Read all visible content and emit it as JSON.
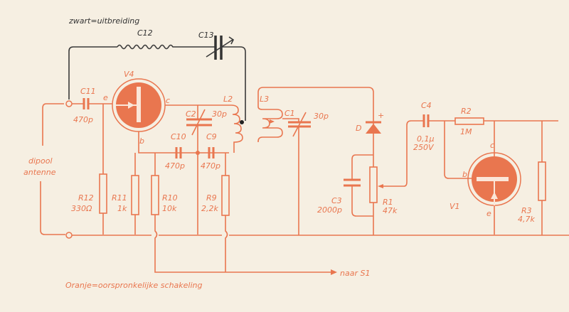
{
  "legend": {
    "black": "zwart=uitbreiding",
    "orange": "Oranje=oorspronkelijke schakeling"
  },
  "antenna_label": [
    "dipool",
    "antenne"
  ],
  "output_label": "naar S1",
  "components": {
    "C12": "C12",
    "C13": "C13",
    "V4": "V4",
    "V4_e": "e",
    "V4_c": "c",
    "V4_b": "b",
    "C11": "C11",
    "C11_val": "470p",
    "L2": "L2",
    "L3": "L3",
    "C2": "C2",
    "C2_val": "30p",
    "C1": "C1",
    "C1_val": "30p",
    "C10": "C10",
    "C10_val": "470p",
    "C9": "C9",
    "C9_val": "470p",
    "R12": "R12",
    "R12_val": "330Ω",
    "R11": "R11",
    "R11_val": "1k",
    "R10": "R10",
    "R10_val": "10k",
    "R9": "R9",
    "R9_val": "2,2k",
    "D": "D",
    "D_pol": "+",
    "C3": "C3",
    "C3_val": "2000p",
    "R1": "R1",
    "R1_val": "47k",
    "C4": "C4",
    "C4_val1": "0,1µ",
    "C4_val2": "250V",
    "R2": "R2",
    "R2_val": "1M",
    "V1": "V1",
    "V1_c": "c",
    "V1_b": "b",
    "V1_e": "e",
    "R3": "R3",
    "R3_val": "4,7k"
  },
  "colors": {
    "orange": "#e9764f",
    "black": "#3a3a3a",
    "paper": "#f6efe2"
  }
}
